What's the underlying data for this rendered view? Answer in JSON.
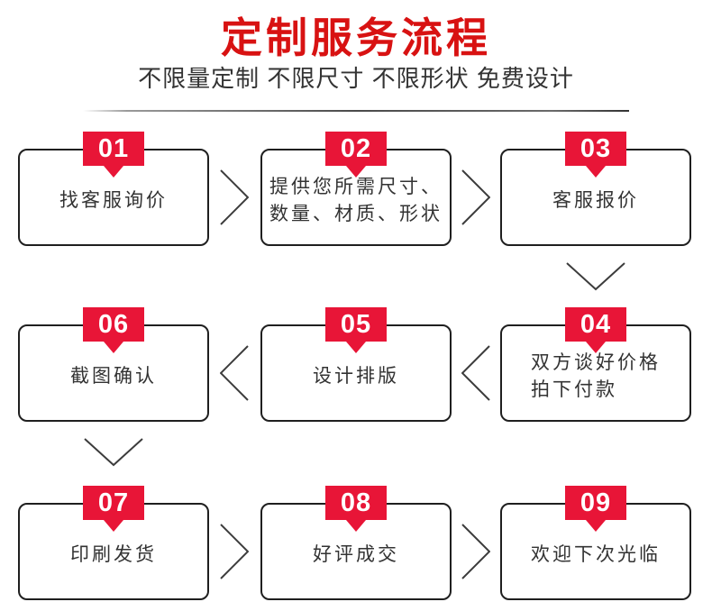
{
  "header": {
    "title": "定制服务流程",
    "subtitle": "不限量定制 不限尺寸 不限形状 免费设计"
  },
  "colors": {
    "title_red": "#d81212",
    "badge_red": "#e81537",
    "box_border": "#1f1f1f",
    "text": "#333333",
    "arrow": "#3c3c3c"
  },
  "steps": [
    {
      "number": "01",
      "lines": [
        "找客服询价"
      ]
    },
    {
      "number": "02",
      "lines": [
        "提供您所需尺寸、",
        "数量、材质、形状"
      ]
    },
    {
      "number": "03",
      "lines": [
        "客服报价"
      ]
    },
    {
      "number": "04",
      "lines": [
        "双方谈好价格",
        "拍下付款"
      ]
    },
    {
      "number": "05",
      "lines": [
        "设计排版"
      ]
    },
    {
      "number": "06",
      "lines": [
        "截图确认"
      ]
    },
    {
      "number": "07",
      "lines": [
        "印刷发货"
      ]
    },
    {
      "number": "08",
      "lines": [
        "好评成交"
      ]
    },
    {
      "number": "09",
      "lines": [
        "欢迎下次光临"
      ]
    }
  ],
  "flow": {
    "row1_direction": "right",
    "row2_direction": "left",
    "row3_direction": "right"
  }
}
